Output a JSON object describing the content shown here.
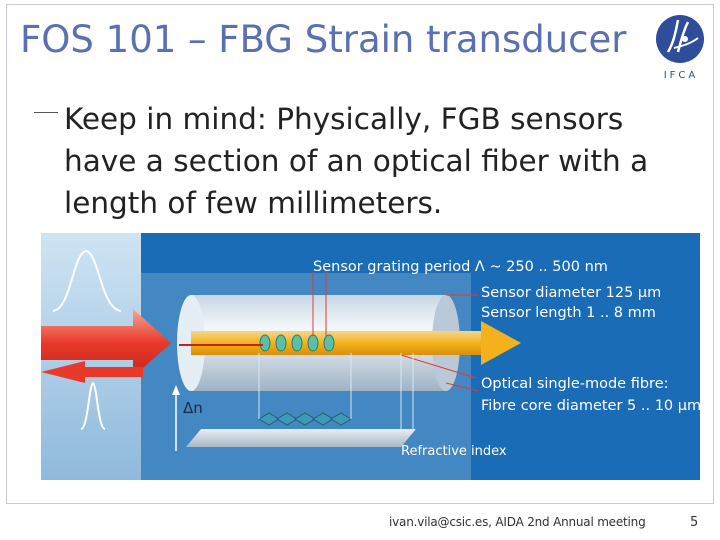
{
  "slide": {
    "title": "FOS 101 –  FBG Strain transducer",
    "logo_text": "IFCA",
    "bullet": "Keep in mind: Physically, FGB sensors have a  section of an optical fiber with a length of few millimeters.",
    "footer": "ivan.vila@csic.es, AIDA 2nd Annual meeting",
    "page_number": "5"
  },
  "figure": {
    "label_grating": "Sensor grating period Λ ~ 250 .. 500 nm",
    "label_diameter": "Sensor diameter 125 µm",
    "label_length": "Sensor length 1 .. 8 mm",
    "label_fibre": "Optical single-mode fibre:",
    "label_core": "Fibre core diameter 5 .. 10 µm",
    "label_delta_n": "Δn",
    "label_refractive": "Refractive index"
  },
  "colors": {
    "title": "#5b6fb3",
    "figure_bg": "#1b6cb6",
    "arrow_red": "#e8392b",
    "fiber_gold": "#f3b21b"
  }
}
